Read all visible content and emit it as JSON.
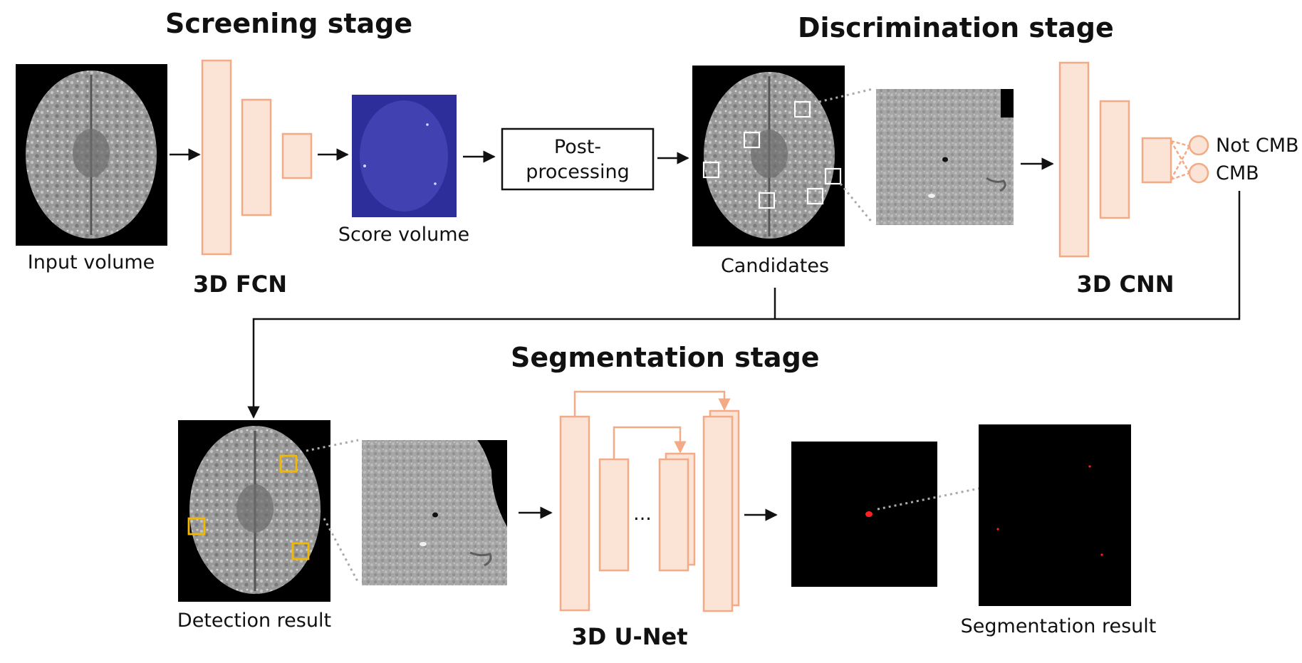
{
  "stages": {
    "screening": "Screening stage",
    "discrimination": "Discrimination stage",
    "segmentation": "Segmentation stage"
  },
  "labels": {
    "input_volume": "Input volume",
    "fcn": "3D FCN",
    "score_volume": "Score volume",
    "post_processing_line1": "Post-",
    "post_processing_line2": "processing",
    "candidates": "Candidates",
    "cnn": "3D CNN",
    "not_cmb": "Not CMB",
    "cmb": "CMB",
    "detection_result": "Detection result",
    "unet": "3D U-Net",
    "ellipsis": "...",
    "segmentation_result": "Segmentation result"
  },
  "colors": {
    "block_fill": "#fbe3d6",
    "block_stroke": "#f2ab86",
    "candidate_box": "#ffffff",
    "detection_box": "#f5b800",
    "score_volume": "#2e2e9a",
    "segmentation_dot": "#ff2020"
  }
}
